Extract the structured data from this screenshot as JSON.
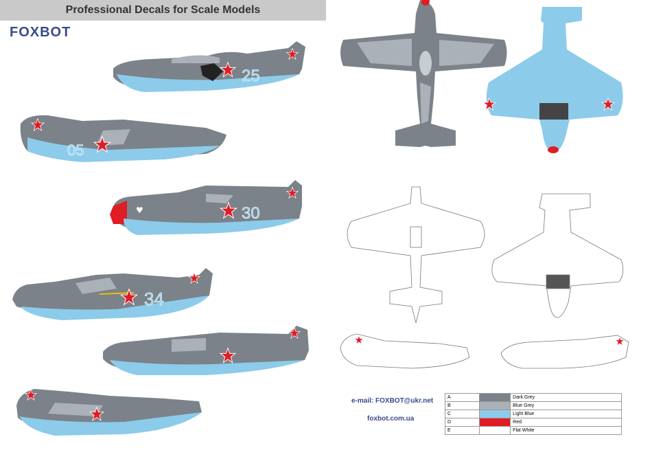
{
  "header": {
    "title": "Professional Decals for Scale Models"
  },
  "brand": {
    "name": "FOXBOT"
  },
  "aircraft": [
    {
      "tail_number": "25"
    },
    {
      "tail_number": "05"
    },
    {
      "tail_number": "30"
    },
    {
      "tail_number": "34"
    }
  ],
  "contact": {
    "email": "e-mail: FOXBOT@ukr.net",
    "site": "foxbot.com.ua"
  },
  "legend": {
    "rows": [
      {
        "letter": "A",
        "name": "Dark Grey",
        "color": "#7b8289"
      },
      {
        "letter": "B",
        "name": "Blue Grey",
        "color": "#aab1b8"
      },
      {
        "letter": "C",
        "name": "Light Blue",
        "color": "#8ccbea"
      },
      {
        "letter": "D",
        "name": "Red",
        "color": "#e01c24"
      },
      {
        "letter": "E",
        "name": "Flat White",
        "color": "#ffffff"
      }
    ]
  },
  "colors": {
    "grey_dark": "#7b8289",
    "grey_light": "#9aa2aa",
    "blue": "#8ccbea",
    "red": "#e01c24",
    "navy": "#3a4a8c"
  }
}
